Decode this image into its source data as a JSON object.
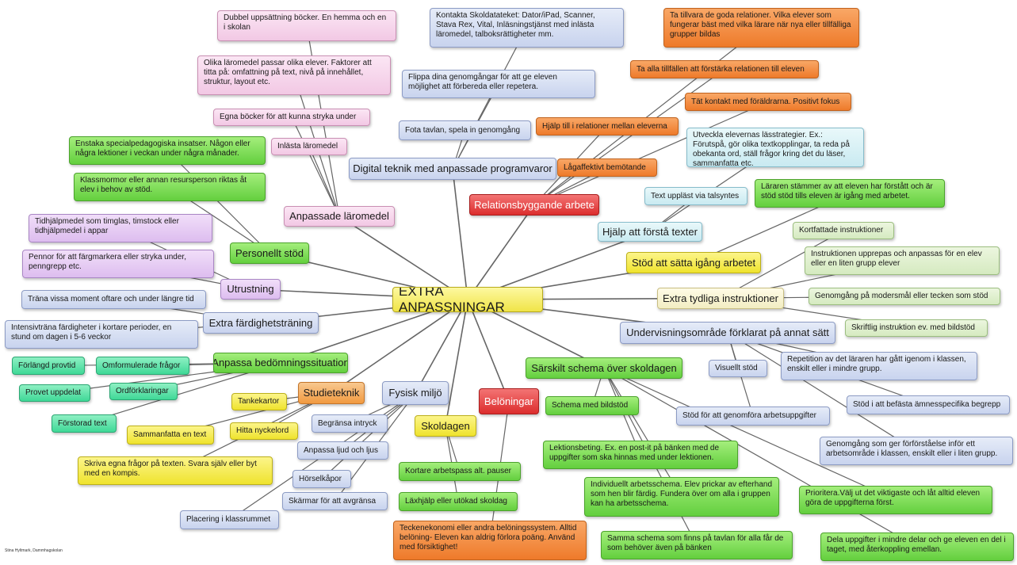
{
  "center": "EXTRA ANPASSNINGAR",
  "credit": "Stina Hyltmark, Dammhagskolan",
  "colors": {
    "pink": "#f2c8e4",
    "blue": "#c8d3ee",
    "orange": "#ee7a2a",
    "red": "#dc2d2d",
    "cyan": "#c9eaf1",
    "green": "#63cf3e",
    "light_green": "#d5eac0",
    "yellow": "#efe32d",
    "purple": "#ddbdef",
    "teal": "#3fd897",
    "link_line": "#666666"
  },
  "categories": {
    "anpassade_laromedel": "Anpassade läromedel",
    "digital_teknik": "Digital teknik med anpassade programvaror",
    "relationsbyggande": "Relationsbyggande arbete",
    "hjalp_forsta_texter": "Hjälp att förstå texter",
    "stod_satta_igang": "Stöd att sätta igång arbetet",
    "extra_tydliga": "Extra tydliga instruktioner",
    "undervisningsomrade": "Undervisningsområde förklarat på annat sätt",
    "sarskilt_schema": "Särskilt schema över skoldagen",
    "beloningar": "Belöningar",
    "skoldagen": "Skoldagen",
    "fysisk_miljo": "Fysisk miljö",
    "studieteknik": "Studieteknik",
    "anpassa_bedomning": "Anpassa bedömningssituation",
    "extra_fardighet": "Extra färdighetsträning",
    "utrustning": "Utrustning",
    "personellt_stod": "Personellt stöd"
  },
  "leaves": {
    "dubbel": "Dubbel uppsättning böcker. En hemma och en i skolan",
    "olika_laromedel": "Olika läromedel passar olika elever. Faktorer att titta på: omfattning på text, nivå på innehållet, struktur, layout etc.",
    "egna_bocker": "Egna böcker för att kunna stryka under",
    "inlasta": "Inlästa läromedel",
    "kontakta": "Kontakta Skoldatateket: Dator/iPad, Scanner, Stava Rex, Vital, Inläsningstjänst med inlästa läromedel, talboksrättigheter mm.",
    "flippa": "Flippa dina genomgångar för att ge eleven möjlighet att förbereda eller repetera.",
    "fota": "Fota tavlan, spela in genomgång",
    "ta_tillvara": "Ta tillvara de goda relationer. Vilka elever som fungerar bäst med vilka lärare när nya eller tillfälliga grupper bildas",
    "ta_alla": "Ta alla tillfällen att förstärka relationen till eleven",
    "tat_kontakt": "Tät kontakt med föräldrarna. Positivt fokus",
    "hjalp_relationer": "Hjälp till i relationer mellan eleverna",
    "lagaffektivt": "Lågaffektivt bemötande",
    "utveckla": "Utveckla elevernas lässtrategier. Ex.: Förutspå, gör olika textkopplingar, ta reda på obekanta ord, ställ frågor kring det du läser, sammanfatta etc.",
    "text_uppläst": "Text uppläst via talsyntes",
    "lararen_stammer": "Läraren stämmer av att eleven har förstått och är stöd stöd tills eleven är igång med arbetet.",
    "kortfattade": "Kortfattade instruktioner",
    "instruktionen_upprepas": "Instruktionen upprepas och anpassas för en elev eller en liten grupp elever",
    "genomgang_modersmal": "Genomgång på modersmål eller tecken som stöd",
    "skriftlig": "Skriftlig instruktion ev. med bildstöd",
    "repetition": "Repetition av det läraren har gått igenom i klassen, enskilt eller i mindre grupp.",
    "visuellt": "Visuellt stöd",
    "stod_befasta": "Stöd i att befästa ämnesspecifika begrepp",
    "stod_genomfora": "Stöd för att genomföra arbetsuppgifter",
    "genomgang_forforstaelse": "Genomgång som ger förförståelse inför ett arbetsområde i klassen, enskilt eller i liten grupp.",
    "prioritera": "Prioritera.Välj ut det viktigaste och låt alltid eleven göra de uppgifterna först.",
    "dela_uppgifter": "Dela uppgifter i mindre delar och ge eleven en del i taget, med återkoppling emellan.",
    "schema_bildstod": "Schema med bildstöd",
    "lektionsbeting": "Lektionsbeting. Ex. en post-it på bänken med de uppgifter som ska hinnas med under lektionen.",
    "individuellt": "Individuellt arbetsschema. Elev prickar av efterhand som hen blir färdig. Fundera över om alla i gruppen kan ha arbetsschema.",
    "samma_schema": "Samma schema som finns på tavlan för alla får de som behöver även på bänken",
    "teckenekonomi": "Teckenekonomi eller andra belöningssystem. Alltid belöning- Eleven kan aldrig förlora poäng. Använd med försiktighet!",
    "kortare_arbetspass": "Kortare arbetspass alt. pauser",
    "laxhjalp": "Läxhjälp eller utökad skoldag",
    "begransa_intryck": "Begränsa intryck",
    "anpassa_ljud": "Anpassa ljud och ljus",
    "horselkapor": "Hörselkåpor",
    "skarmar": "Skärmar för att avgränsa",
    "placering": "Placering i klassrummet",
    "tankekartor": "Tankekartor",
    "sammanfatta": "Sammanfatta en text",
    "hitta_nyckelord": "Hitta nyckelord",
    "skriva_fragor": "Skriva egna frågor på texten. Svara själv eller byt med en kompis.",
    "forlangd": "Förlängd provtid",
    "omformulerade": "Omformulerade frågor",
    "provet_uppdelat": "Provet uppdelat",
    "ordforklaringar": "Ordförklaringar",
    "forstorad": "Förstorad text",
    "trana_vissa": "Träna vissa moment oftare och under längre tid",
    "intensivtrana": "Intensivträna färdigheter i kortare perioder, en stund om dagen i 5-6 veckor",
    "pennor": "Pennor för att färgmarkera eller stryka under, penngrepp etc.",
    "tidhjalpmedel": "Tidhjälpmedel som timglas, timstock eller tidhjälpmedel i appar",
    "klassmormor": "Klassmormor eller annan resursperson riktas åt elev i behov av stöd.",
    "enstaka": "Enstaka specialpedagogiska insatser. Någon eller några lektioner i veckan under några månader."
  }
}
